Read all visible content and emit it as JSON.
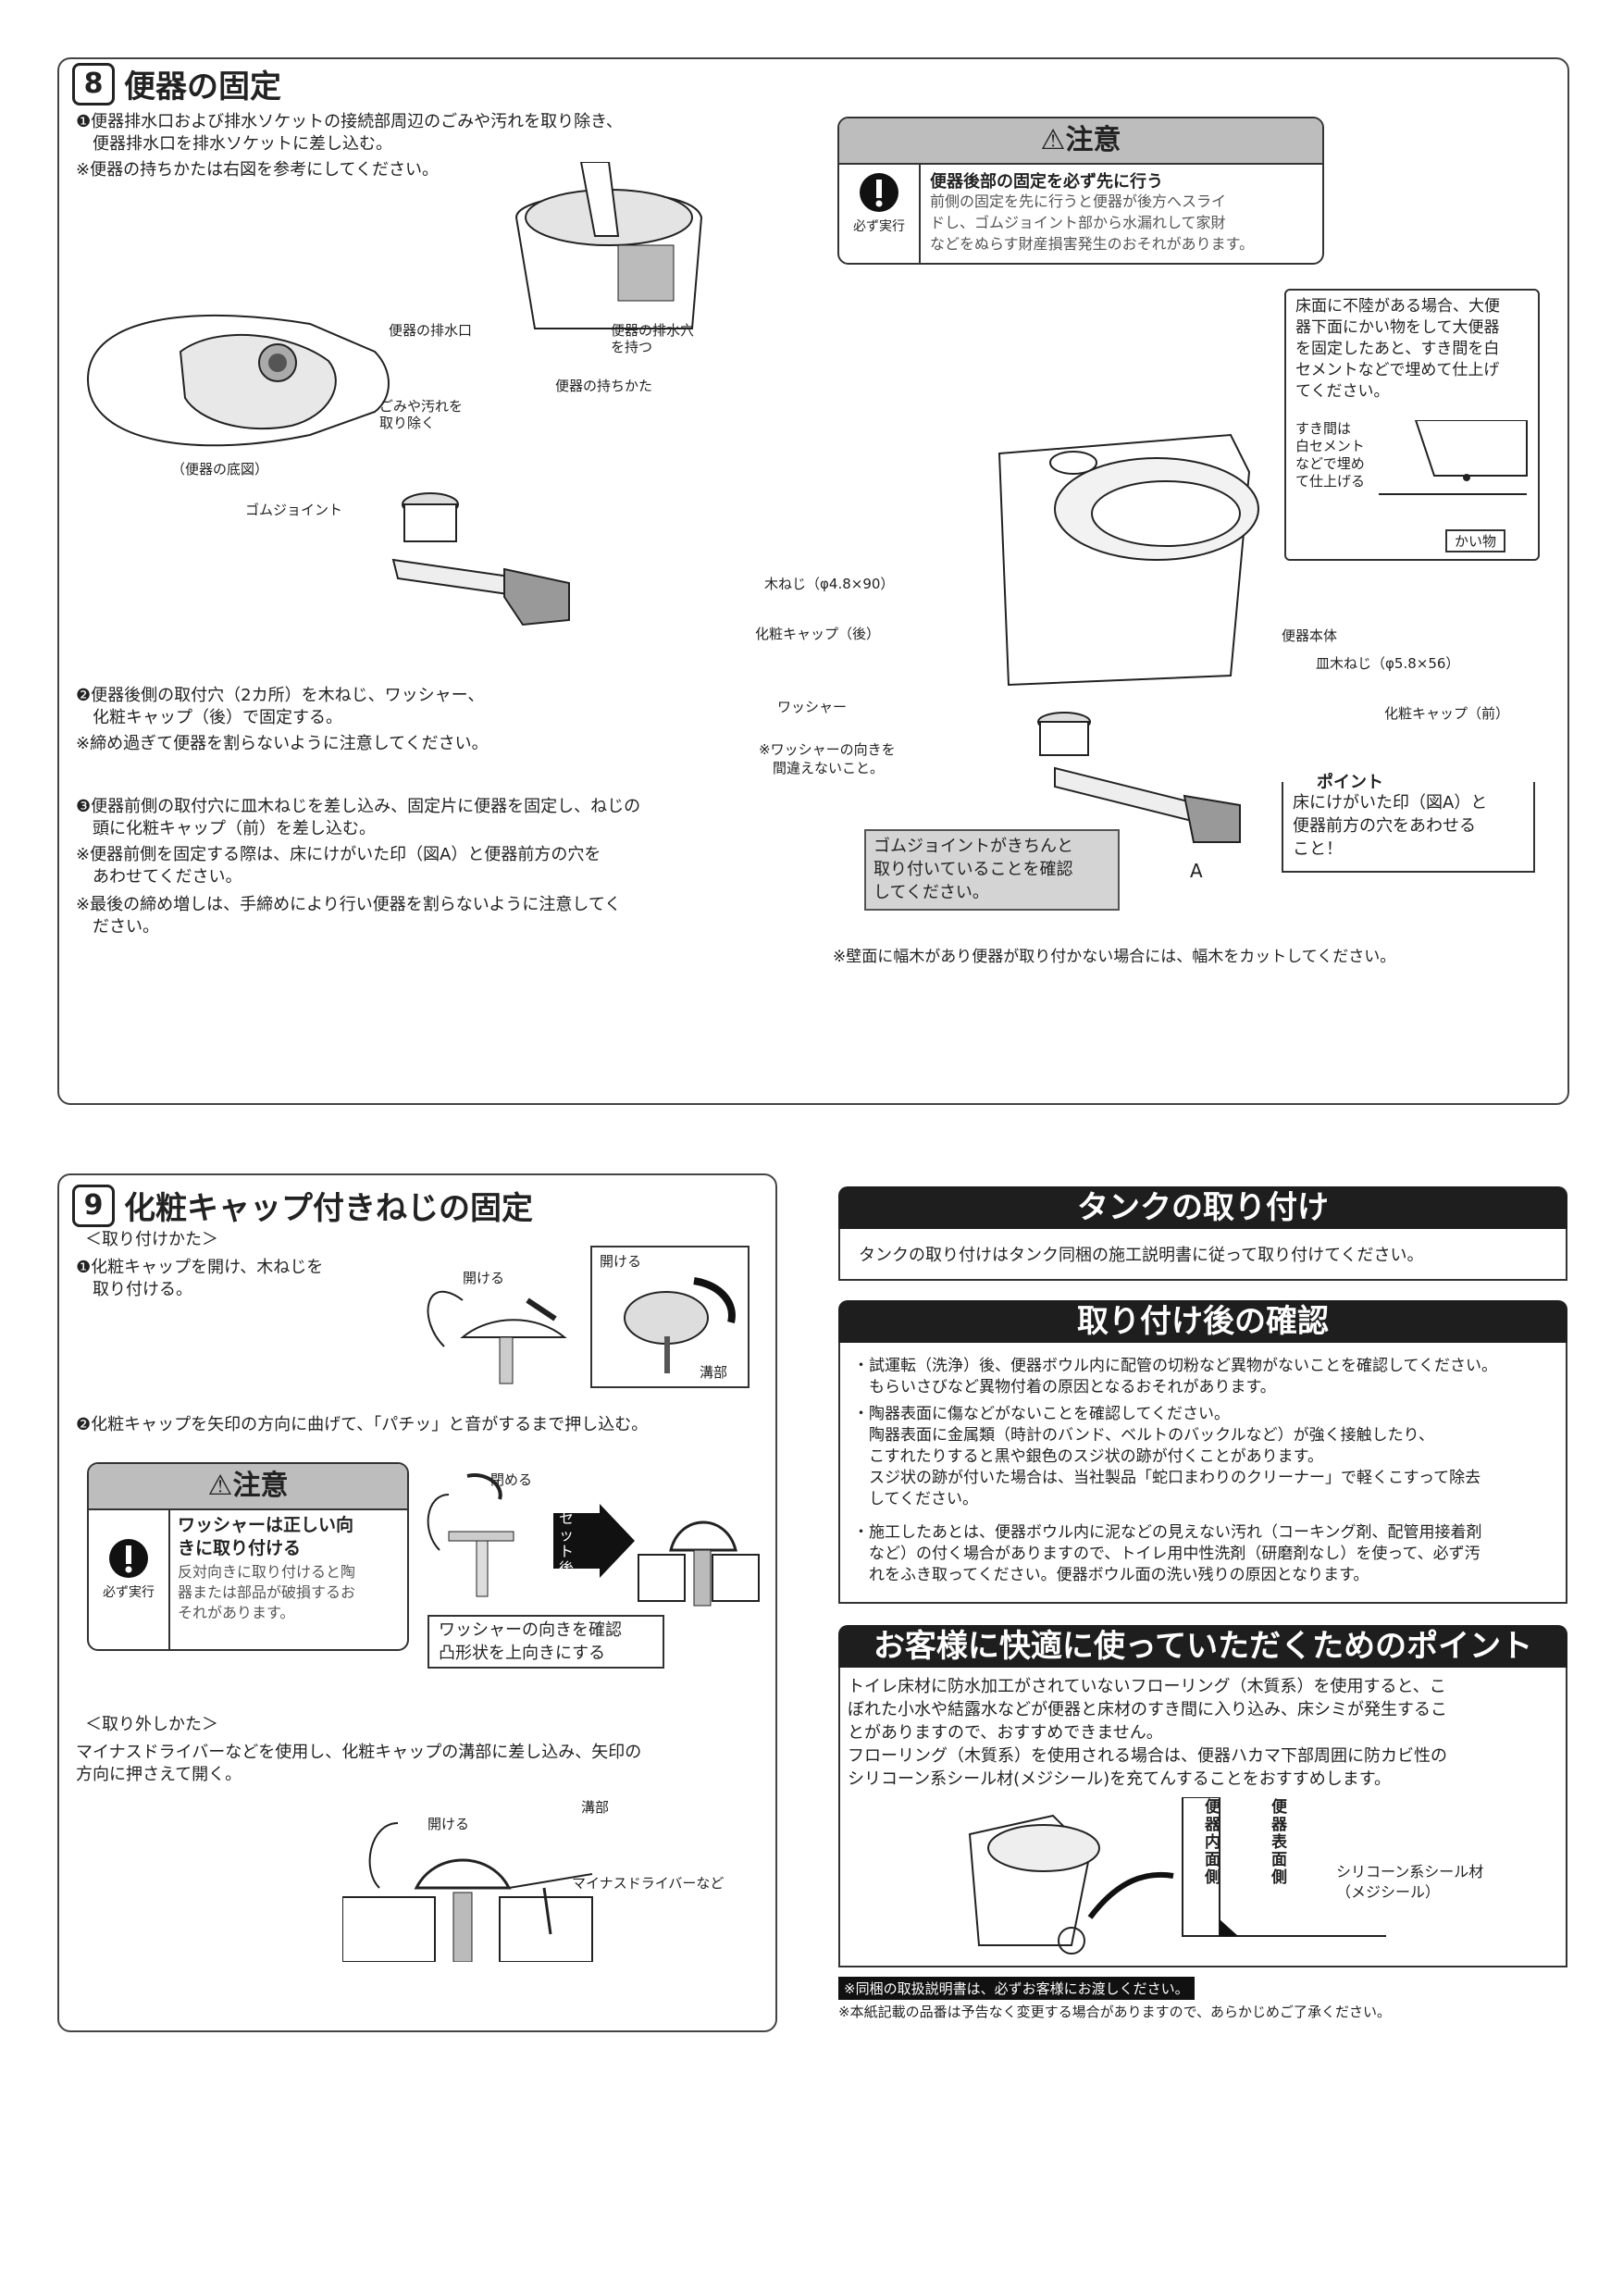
{
  "sec8": {
    "num": "8",
    "title": "便器の固定",
    "step1": "❶便器排水口および排水ソケットの接続部周辺のごみや汚れを取り除き、\n　便器排水口を排水ソケットに差し込む。",
    "note1": "※便器の持ちかたは右図を参考にしてください。",
    "lbl_outlet": "便器の排水口",
    "lbl_dirt": "ごみや汚れを\n取り除く",
    "lbl_bottom": "（便器の底図）",
    "lbl_gum": "ゴムジョイント",
    "lbl_hold_hole": "便器の排水穴\nを持つ",
    "lbl_how_hold": "便器の持ちかた",
    "step2": "❷便器後側の取付穴（2カ所）を木ねじ、ワッシャー、\n　化粧キャップ（後）で固定する。",
    "note2": "※締め過ぎて便器を割らないように注意してください。",
    "step3": "❸便器前側の取付穴に皿木ねじを差し込み、固定片に便器を固定し、ねじの\n　頭に化粧キャップ（前）を差し込む。",
    "note3": "※便器前側を固定する際は、床にけがいた印（図A）と便器前方の穴を\n　あわせてください。",
    "note4": "※最後の締め増しは、手締めにより行い便器を割らないように注意してく\n　ださい。",
    "caution_title": "⚠注意",
    "caution_must": "必ず実行",
    "caution_head": "便器後部の固定を必ず先に行う",
    "caution_body": "前側の固定を先に行うと便器が後方へスライ\nドし、ゴムジョイント部から水漏れして家財\nなどをぬらす財産損害発生のおそれがあります。",
    "floor_note": "床面に不陸がある場合、大便\n器下面にかい物をして大便器\nを固定したあと、すき間を白\nセメントなどで埋めて仕上げ\nてください。",
    "gap_note": "すき間は\n白セメント\nなどで埋め\nて仕上げる",
    "shim": "かい物",
    "lbl_screw": "木ねじ（φ4.8×90）",
    "lbl_cap_rear": "化粧キャップ（後）",
    "lbl_washer": "ワッシャー",
    "washer_note": "※ワッシャーの向きを\n　間違えないこと。",
    "lbl_body": "便器本体",
    "lbl_flat_screw": "皿木ねじ（φ5.8×56）",
    "lbl_cap_front": "化粧キャップ（前）",
    "point_title": "ポイント",
    "point_body": "床にけがいた印（図A）と\n便器前方の穴をあわせる\nこと！",
    "gum_confirm": "ゴムジョイントがきちんと\n取り付いていることを確認\nしてください。",
    "lbl_A": "A",
    "baseboard": "※壁面に幅木があり便器が取り付かない場合には、幅木をカットしてください。"
  },
  "sec9": {
    "num": "9",
    "title": "化粧キャップ付きねじの固定",
    "how_attach": "＜取り付けかた＞",
    "step1": "❶化粧キャップを開け、木ねじを\n　取り付ける。",
    "lbl_open": "開ける",
    "lbl_open2": "開ける",
    "lbl_groove": "溝部",
    "step2": "❷化粧キャップを矢印の方向に曲げて、「パチッ」と音がするまで押し込む。",
    "lbl_close": "閉める",
    "lbl_after_set": "セット後",
    "caution_title": "⚠注意",
    "caution_must": "必ず実行",
    "caution_head": "ワッシャーは正しい向\nきに取り付ける",
    "caution_body": "反対向きに取り付けると陶\n器または部品が破損するお\nそれがあります。",
    "washer_confirm": "ワッシャーの向きを確認\n凸形状を上向きにする",
    "how_remove": "＜取り外しかた＞",
    "remove_text": "マイナスドライバーなどを使用し、化粧キャップの溝部に差し込み、矢印の\n方向に押さえて開く。",
    "lbl_open3": "開ける",
    "lbl_groove2": "溝部",
    "lbl_driver": "マイナスドライバーなど"
  },
  "tank": {
    "title": "タンクの取り付け",
    "body": "タンクの取り付けはタンク同梱の施工説明書に従って取り付けてください。"
  },
  "check": {
    "title": "取り付け後の確認",
    "items": [
      "・試運転（洗浄）後、便器ボウル内に配管の切粉など異物がないことを確認してください。\n　もらいさびなど異物付着の原因となるおそれがあります。",
      "・陶器表面に傷などがないことを確認してください。\n　陶器表面に金属類（時計のバンド、ベルトのバックルなど）が強く接触したり、\n　こすれたりすると黒や銀色のスジ状の跡が付くことがあります。\n　スジ状の跡が付いた場合は、当社製品「蛇口まわりのクリーナー」で軽くこすって除去\n　してください。",
      "・施工したあとは、便器ボウル内に泥などの見えない汚れ（コーキング剤、配管用接着剤\n　など）の付く場合がありますので、トイレ用中性洗剤（研磨剤なし）を使って、必ず汚\n　れをふき取ってください。便器ボウル面の洗い残りの原因となります。"
    ]
  },
  "comfort": {
    "title": "お客様に快適に使っていただくためのポイント",
    "body": "トイレ床材に防水加工がされていないフローリング（木質系）を使用すると、こ\nぼれた小水や結露水などが便器と床材のすき間に入り込み、床シミが発生するこ\nとがありますので、おすすめできません。\nフローリング（木質系）を使用される場合は、便器ハカマ下部周囲に防カビ性の\nシリコーン系シール材(メジシール)を充てんすることをおすすめします。",
    "lbl_inner": "便器内面側",
    "lbl_surface": "便器表面側",
    "lbl_seal": "シリコーン系シール材\n（メジシール）"
  },
  "footer": {
    "manual": "※同梱の取扱説明書は、必ずお客様にお渡しください。",
    "disclaimer": "※本紙記載の品番は予告なく変更する場合がありますので、あらかじめご了承ください。"
  }
}
